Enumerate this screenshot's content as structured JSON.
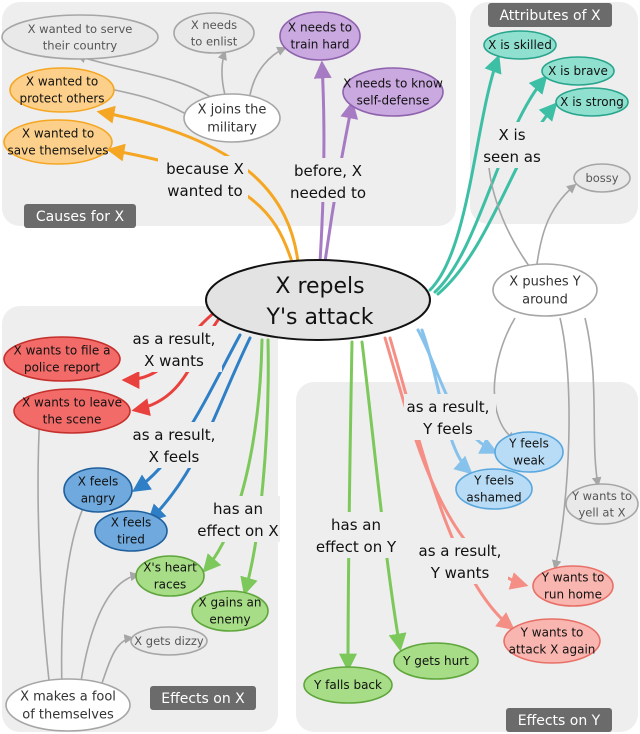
{
  "panels": {
    "causes": "Causes for X",
    "attributes": "Attributes of X",
    "effects_x": "Effects on X",
    "effects_y": "Effects on Y"
  },
  "center": {
    "line1": "X repels",
    "line2": "Y's attack"
  },
  "edge_labels": {
    "because": [
      "because X",
      "wanted to"
    ],
    "before": [
      "before, X",
      "needed to"
    ],
    "seen_as": [
      "X is",
      "seen as"
    ],
    "result_x_wants": [
      "as a result,",
      "X wants"
    ],
    "result_x_feels": [
      "as a result,",
      "X feels"
    ],
    "effect_on_x": [
      "has an",
      "effect on X"
    ],
    "effect_on_y": [
      "has an",
      "effect on Y"
    ],
    "result_y_feels": [
      "as a result,",
      "Y feels"
    ],
    "result_y_wants": [
      "as a result,",
      "Y wants"
    ]
  },
  "nodes": {
    "serve_country": [
      "X wanted to serve",
      "their country"
    ],
    "needs_enlist": [
      "X needs",
      "to enlist"
    ],
    "train_hard": [
      "X needs to",
      "train hard"
    ],
    "protect_others": [
      "X wanted to",
      "protect others"
    ],
    "save_themselves": [
      "X wanted to",
      "save themselves"
    ],
    "joins_military": [
      "X joins the",
      "military"
    ],
    "self_defense": [
      "X needs to know",
      "self-defense"
    ],
    "skilled": "X is skilled",
    "brave": "X is brave",
    "strong": "X is strong",
    "bossy": "bossy",
    "pushes_y": [
      "X pushes Y",
      "around"
    ],
    "file_report": [
      "X wants to file a",
      "police report"
    ],
    "leave_scene": [
      "X wants to leave",
      "the scene"
    ],
    "feels_angry": [
      "X feels",
      "angry"
    ],
    "feels_tired": [
      "X feels",
      "tired"
    ],
    "heart_races": [
      "X's heart",
      "races"
    ],
    "gains_enemy": [
      "X gains an",
      "enemy"
    ],
    "gets_dizzy": "X gets dizzy",
    "make_fool": [
      "X makes a fool",
      "of themselves"
    ],
    "y_weak": [
      "Y feels",
      "weak"
    ],
    "y_ashamed": [
      "Y feels",
      "ashamed"
    ],
    "yell_at_x": [
      "Y wants to",
      "yell at X"
    ],
    "run_home": [
      "Y wants to",
      "run home"
    ],
    "attack_again": [
      "Y wants to",
      "attack X again"
    ],
    "falls_back": "Y falls back",
    "gets_hurt": "Y gets hurt"
  },
  "colors": {
    "orange": "#f5a623",
    "purple": "#a77bc4",
    "teal": "#3dbfa6",
    "red": "#e8413e",
    "blue": "#2f7fc7",
    "green": "#7cc85a",
    "lightblue": "#86c2ec",
    "salmon": "#f58f86",
    "gray": "#a6a6a6",
    "panel": "#eeeeee",
    "panel_title_bg": "#6b6b6b"
  }
}
